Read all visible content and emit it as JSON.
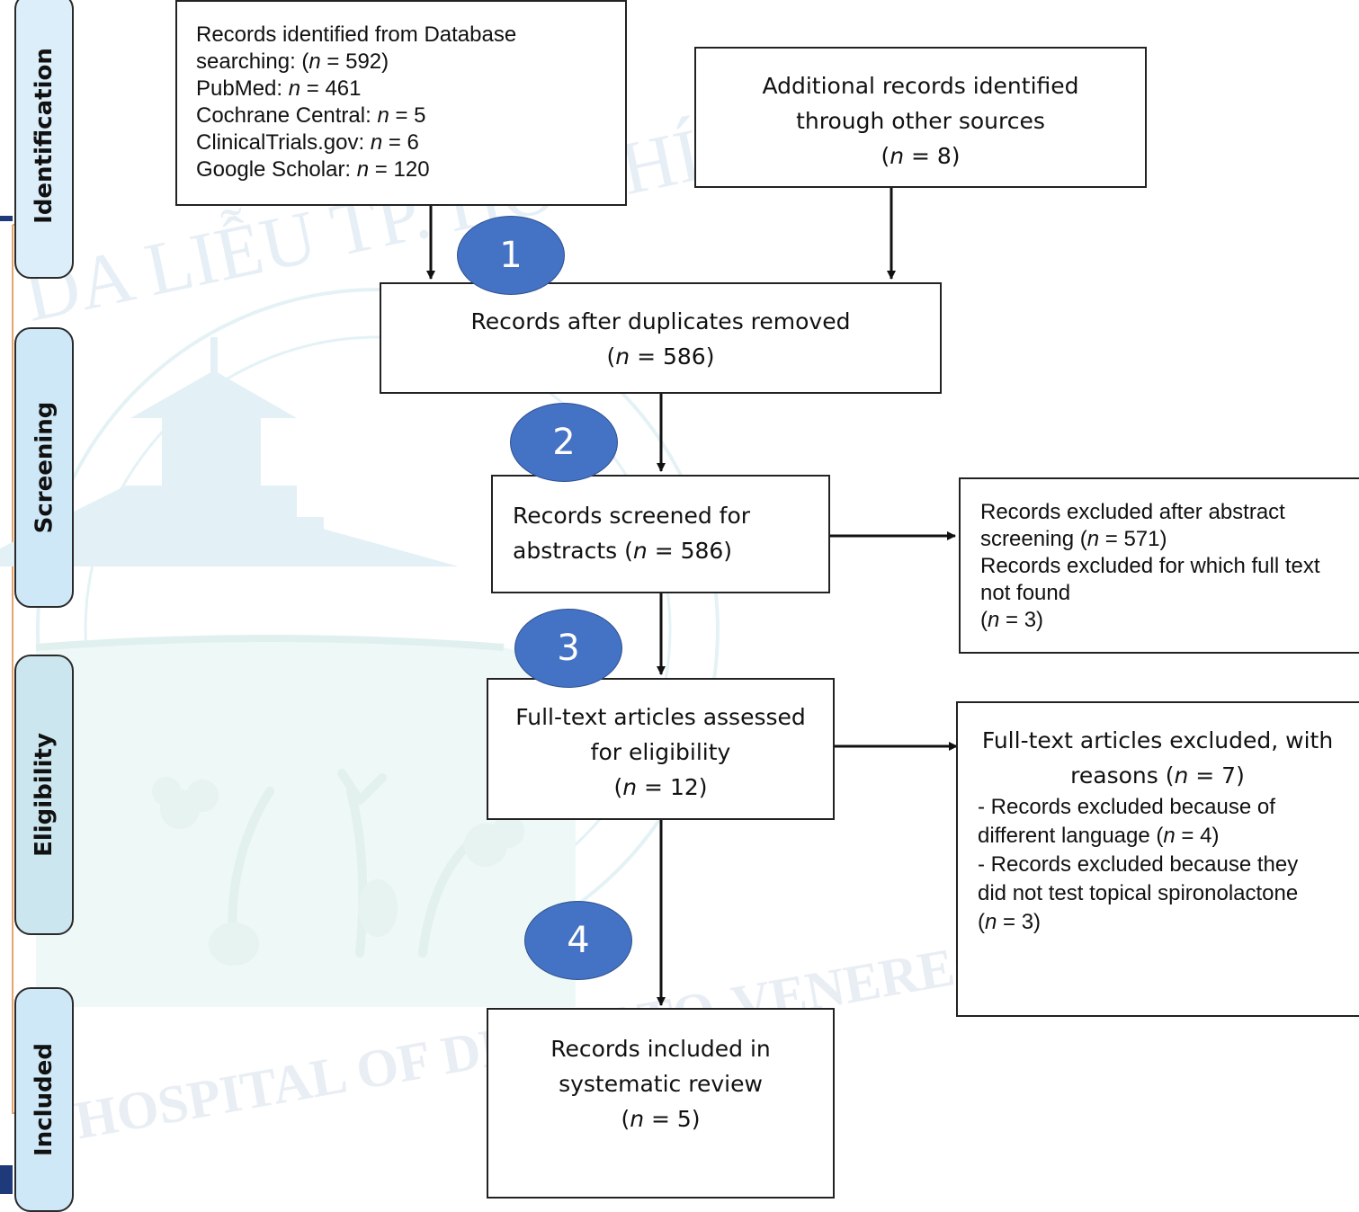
{
  "phases": {
    "identification": "Identification",
    "screening": "Screening",
    "eligibility": "Eligibility",
    "included": "Included"
  },
  "watermark": {
    "seal_text_top": "DA LIỄU TP. HỒ CHÍ MINH",
    "seal_text_bottom": "HOSPITAL OF DERMATO-VENEREOLOGY"
  },
  "badges": [
    "1",
    "2",
    "3",
    "4"
  ],
  "boxes": {
    "database": {
      "l1": "Records identified from Database",
      "l2a": "searching: (",
      "l2n": "n",
      "l2b": " = 592)",
      "l3a": "PubMed: ",
      "l3n": "n",
      "l3b": " = 461",
      "l4a": "Cochrane Central: ",
      "l4n": "n",
      "l4b": " = 5",
      "l5a": "ClinicalTrials.gov: ",
      "l5n": "n",
      "l5b": " = 6",
      "l6a": "Google Scholar: ",
      "l6n": "n",
      "l6b": " = 120"
    },
    "additional": {
      "l1": "Additional records identified",
      "l2": "through other sources",
      "l3a": "(",
      "l3n": "n",
      "l3b": " = 8)"
    },
    "duplicates": {
      "l1": "Records after duplicates removed",
      "l2a": "(",
      "l2n": "n",
      "l2b": " = 586)"
    },
    "screened": {
      "l1": "Records screened for",
      "l2a": "abstracts (",
      "l2n": "n",
      "l2b": " = 586)"
    },
    "excluded_abstract": {
      "l1": "Records excluded after abstract",
      "l2a": "screening (",
      "l2n": "n",
      "l2b": " = 571)",
      "l3": "Records excluded for which full text",
      "l4": "not found",
      "l5a": "(",
      "l5n": "n",
      "l5b": " = 3)"
    },
    "fulltext": {
      "l1": "Full-text articles assessed",
      "l2": "for eligibility",
      "l3a": "(",
      "l3n": "n",
      "l3b": " = 12)"
    },
    "excluded_fulltext": {
      "l1": "Full-text articles excluded, with",
      "l2a": "reasons (",
      "l2n": "n",
      "l2b": " = 7)",
      "l3": "- Records excluded because of",
      "l4a": "different language  (",
      "l4n": "n",
      "l4b": " = 4)",
      "l5": "- Records excluded because they",
      "l6": "did not test topical spironolactone",
      "l7a": "(",
      "l7n": "n",
      "l7b": " = 3)"
    },
    "included": {
      "l1": "Records included in",
      "l2": "systematic review",
      "l3a": "(",
      "l3n": "n",
      "l3b": " = 5)"
    }
  },
  "colors": {
    "badge": "#4472c4",
    "phase_fill": "#cfe8f7",
    "watermark": "#dff0f4",
    "frame_orange": "#e8a56a",
    "frame_navy": "#1f3a7a"
  }
}
